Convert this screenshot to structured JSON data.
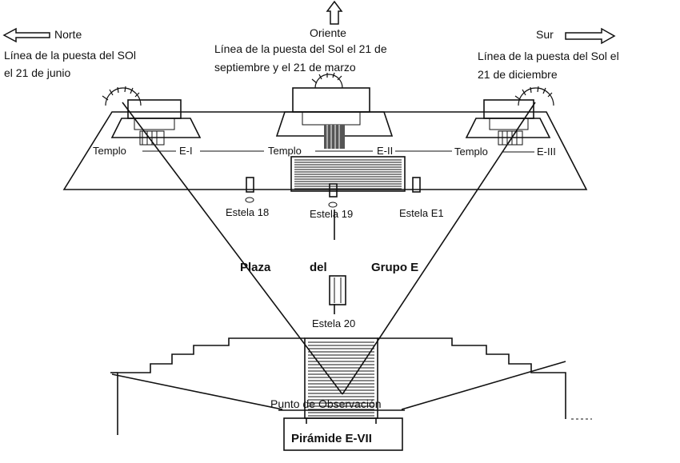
{
  "north": {
    "label": "Norte",
    "line1": "Línea de la puesta del SOl",
    "line2": "el 21 de junio"
  },
  "east": {
    "label": "Oriente",
    "line1": "Línea de la puesta del Sol el 21 de",
    "line2": "septiembre y el 21 de marzo"
  },
  "south": {
    "label": "Sur",
    "line1": "Línea de la puesta del Sol el",
    "line2": "21 de diciembre"
  },
  "temples": {
    "word": "Templo",
    "e1": "E-I",
    "e2": "E-II",
    "e3": "E-III"
  },
  "stelae": {
    "s18": "Estela 18",
    "s19": "Estela 19",
    "e1": "Estela E1",
    "s20": "Estela 20"
  },
  "plaza": {
    "w1": "Plaza",
    "w2": "del",
    "w3": "Grupo  E"
  },
  "observation": "Punto de Observación",
  "pyramid": "Pirámide E-VII"
}
